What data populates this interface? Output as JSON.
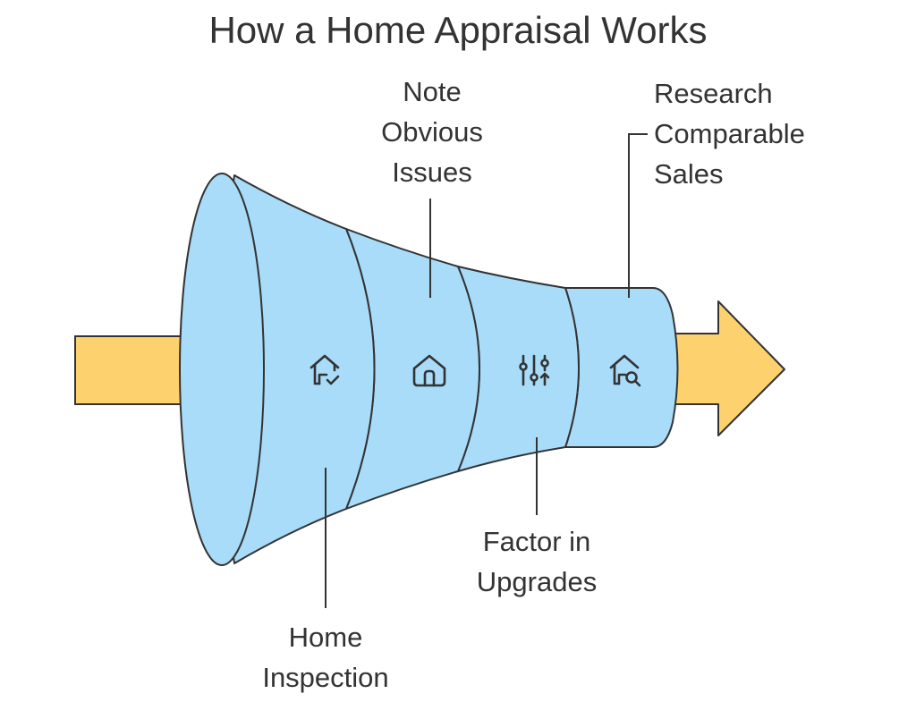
{
  "title": "How a Home Appraisal Works",
  "steps": [
    {
      "label_lines": [
        "Home",
        "Inspection"
      ],
      "icon": "house-check-icon"
    },
    {
      "label_lines": [
        "Note",
        "Obvious",
        "Issues"
      ],
      "icon": "house-icon"
    },
    {
      "label_lines": [
        "Factor in",
        "Upgrades"
      ],
      "icon": "sliders-icon"
    },
    {
      "label_lines": [
        "Research",
        "Comparable",
        "Sales"
      ],
      "icon": "house-search-icon"
    }
  ],
  "colors": {
    "funnel_fill": "#a8dcf9",
    "arrow_fill": "#fdd26e",
    "stroke": "#333333"
  }
}
